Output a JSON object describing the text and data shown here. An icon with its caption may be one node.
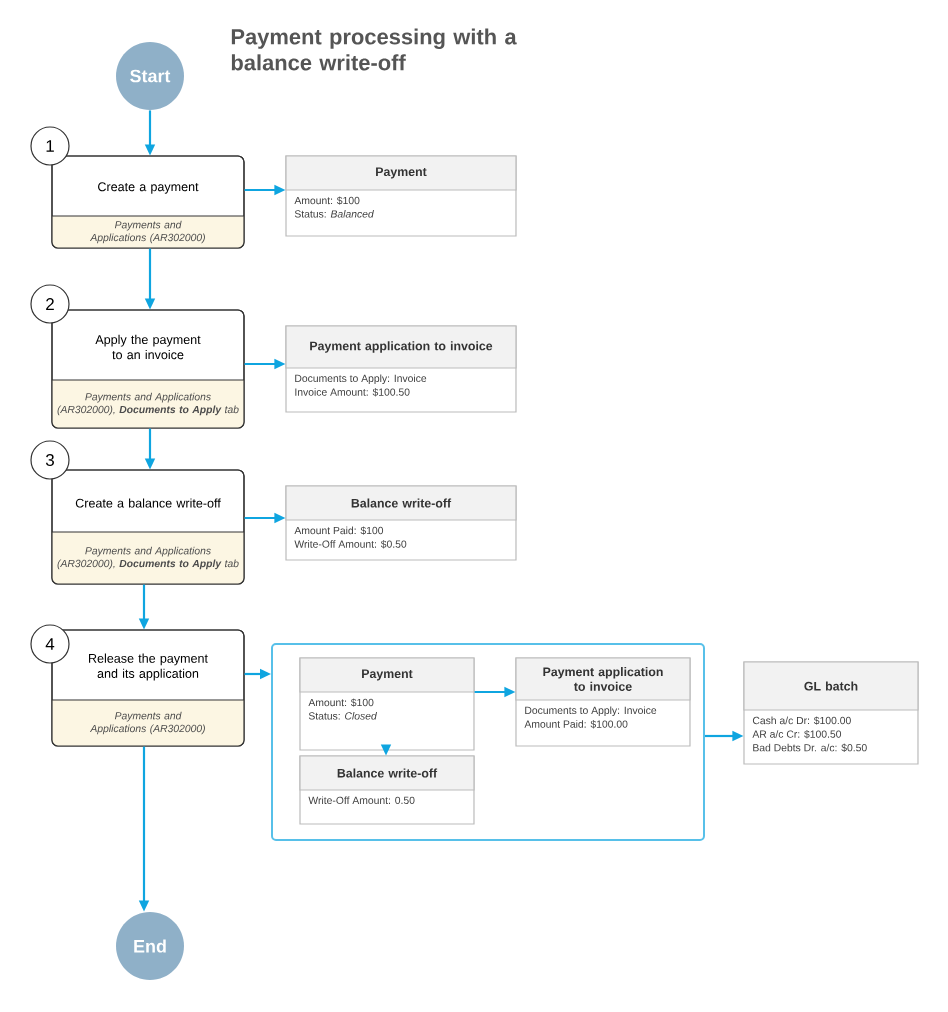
{
  "diagram": {
    "title": "Payment processing with a balance write-off",
    "nodes": [
      {
        "text": [
          "Start"
        ]
      },
      {
        "text": [
          "Create a payment",
          "Payments and Applications (AR302000)"
        ],
        "beside": [
          "1"
        ]
      },
      {
        "text": [
          "Payment",
          "Amount: $100",
          "Status: *Balanced*"
        ]
      },
      {
        "text": [
          "Apply the payment to an invoice",
          "Payments and Applications (AR302000), **Documents to Apply** tab"
        ],
        "beside": [
          "2"
        ]
      },
      {
        "text": [
          "Payment application to invoice",
          "Documents to Apply: Invoice",
          "Invoice Amount: $100.50"
        ]
      },
      {
        "text": [
          "Create a balance write-off",
          "Payments and Applications (AR302000), **Documents to Apply** tab"
        ],
        "beside": [
          "3"
        ]
      },
      {
        "text": [
          "Balance write-off",
          "Amount Paid: $100",
          "Write-Off Amount: $0.50"
        ]
      },
      {
        "text": [
          "Release the payment and its application",
          "Payments and Applications (AR302000)"
        ],
        "beside": [
          "4"
        ]
      },
      {
        "text": [],
        "shape": "box"
      },
      {
        "text": [
          "Payment",
          "Amount: $100",
          "Status: *Closed*"
        ],
        "in": 8
      },
      {
        "text": [
          "Payment application to invoice",
          "Documents to Apply: Invoice",
          "Amount Paid: $100.00"
        ],
        "in": 8
      },
      {
        "text": [
          "Balance write-off",
          "Write-Off Amount: 0.50"
        ],
        "in": 8
      },
      {
        "text": [
          "GL batch",
          "Cash a/c Dr: $100.00",
          "AR a/c Cr: $100.50",
          "Bad Debts Dr. a/c: $0.50"
        ]
      },
      {
        "text": [
          "End"
        ]
      }
    ],
    "edges": [
      {
        "from": 0,
        "to": 1,
        "arrow": "to"
      },
      {
        "from": 1,
        "to": 2,
        "arrow": "to"
      },
      {
        "from": 1,
        "to": 3,
        "arrow": "to"
      },
      {
        "from": 3,
        "to": 4,
        "arrow": "to"
      },
      {
        "from": 3,
        "to": 5,
        "arrow": "to"
      },
      {
        "from": 5,
        "to": 6,
        "arrow": "to"
      },
      {
        "from": 5,
        "to": 7,
        "arrow": "to"
      },
      {
        "from": 7,
        "to": 8,
        "arrow": "to"
      },
      {
        "from": 9,
        "to": 10,
        "arrow": "to"
      },
      {
        "from": 9,
        "to": 11,
        "arrow": "to"
      },
      {
        "from": 8,
        "to": 12,
        "arrow": "to"
      },
      {
        "from": 7,
        "to": 13,
        "arrow": "to"
      }
    ]
  }
}
